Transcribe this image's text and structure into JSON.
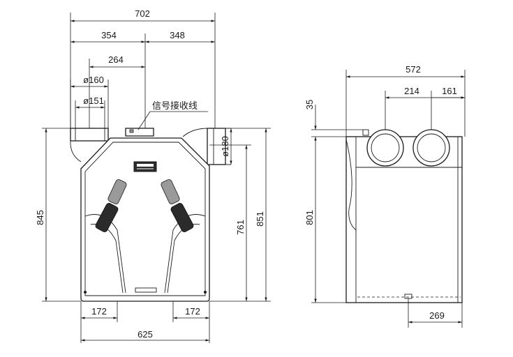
{
  "front_view": {
    "dims": {
      "total_width": "702",
      "left_part": "354",
      "right_part": "348",
      "duct_offset": "264",
      "duct_outer_dia": "ø160",
      "duct_inner_dia": "ø151",
      "side_duct_dia": "ø180",
      "total_height": "845",
      "body_height": "761",
      "right_height": "851",
      "bottom_left": "172",
      "bottom_right": "172",
      "base_width": "625"
    },
    "signal_label": "信号接收线"
  },
  "side_view": {
    "dims": {
      "total_width": "572",
      "port_spacing": "214",
      "port_offset": "161",
      "top_offset": "35",
      "height": "801",
      "bottom_offset": "269"
    }
  },
  "colors": {
    "line": "#1a1a1a",
    "dark_part": "#2b2b2b",
    "grey_part": "#9a9a9a",
    "background": "#ffffff"
  }
}
